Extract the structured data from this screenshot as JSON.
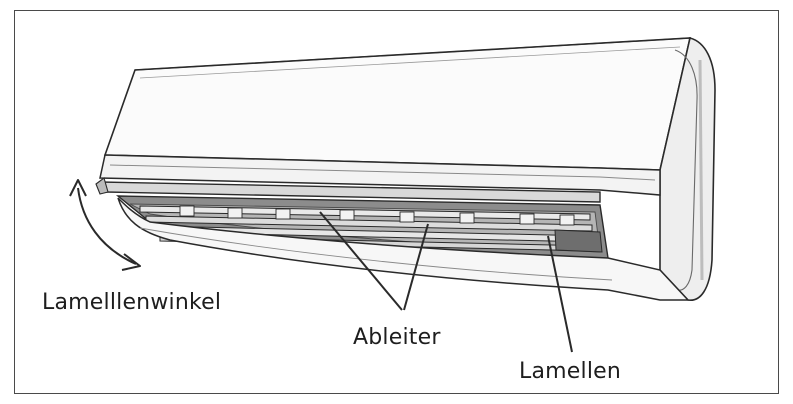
{
  "labels": {
    "louver_angle": "Lamelllenwinkel",
    "deflector": "Ableiter",
    "louvers": "Lamellen"
  },
  "colors": {
    "line": "#2a2a2a",
    "body_fill": "#fbfbfb",
    "shade_dark": "#8a8a8a",
    "shade_mid": "#c9c9c9",
    "shade_light": "#e6e6e6"
  }
}
